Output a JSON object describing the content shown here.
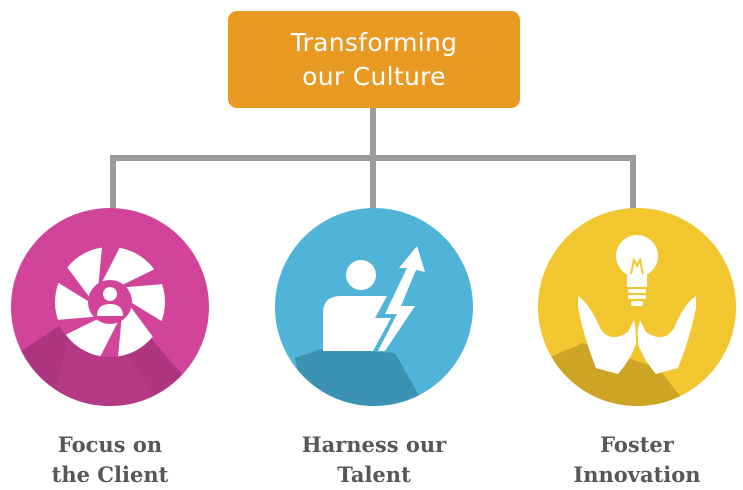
{
  "colors": {
    "header_box": "#E99A22",
    "connector": "#9B9B9B",
    "client": "#D1449A",
    "talent": "#4FB4D8",
    "innovation": "#F2C62F",
    "label_text": "#575757"
  },
  "header": {
    "line1": "Transforming",
    "line2": "our Culture"
  },
  "pillars": [
    {
      "icon": "aperture-person-icon",
      "line1": "Focus on",
      "line2": "the Client"
    },
    {
      "icon": "person-lightning-arrow-icon",
      "line1": "Harness our",
      "line2": "Talent"
    },
    {
      "icon": "hands-lightbulb-icon",
      "line1": "Foster",
      "line2": "Innovation"
    }
  ]
}
